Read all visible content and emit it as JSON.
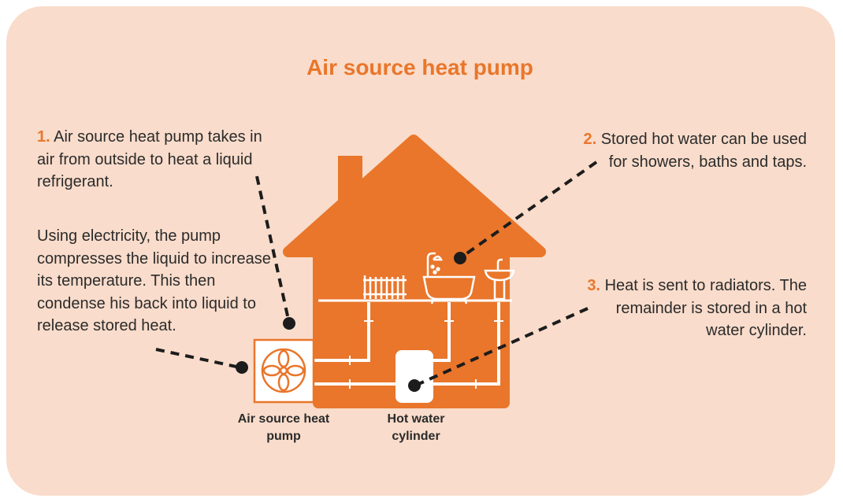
{
  "title": "Air source heat pump",
  "notes": {
    "step1": {
      "number": "1.",
      "text": "Air source heat pump takes in air from outside to heat a liquid refrigerant."
    },
    "step1_detail": "Using electricity, the pump compresses the liquid to increase its temperature. This then condense his back into liquid to release stored heat.",
    "step2": {
      "number": "2.",
      "text": "Stored hot water can be used for showers, baths and taps."
    },
    "step3": {
      "number": "3.",
      "text": "Heat is sent to radiators. The remainder is stored in a hot water cylinder."
    }
  },
  "labels": {
    "heat_pump": "Air source heat pump",
    "cylinder": "Hot water cylinder"
  },
  "colors": {
    "background": "#f9dccb",
    "accent": "#e9762b",
    "text": "#2b2b2b",
    "white": "#ffffff"
  },
  "icons": [
    "fan-icon",
    "radiator-icon",
    "bathtub-icon",
    "shower-icon",
    "sink-icon"
  ]
}
